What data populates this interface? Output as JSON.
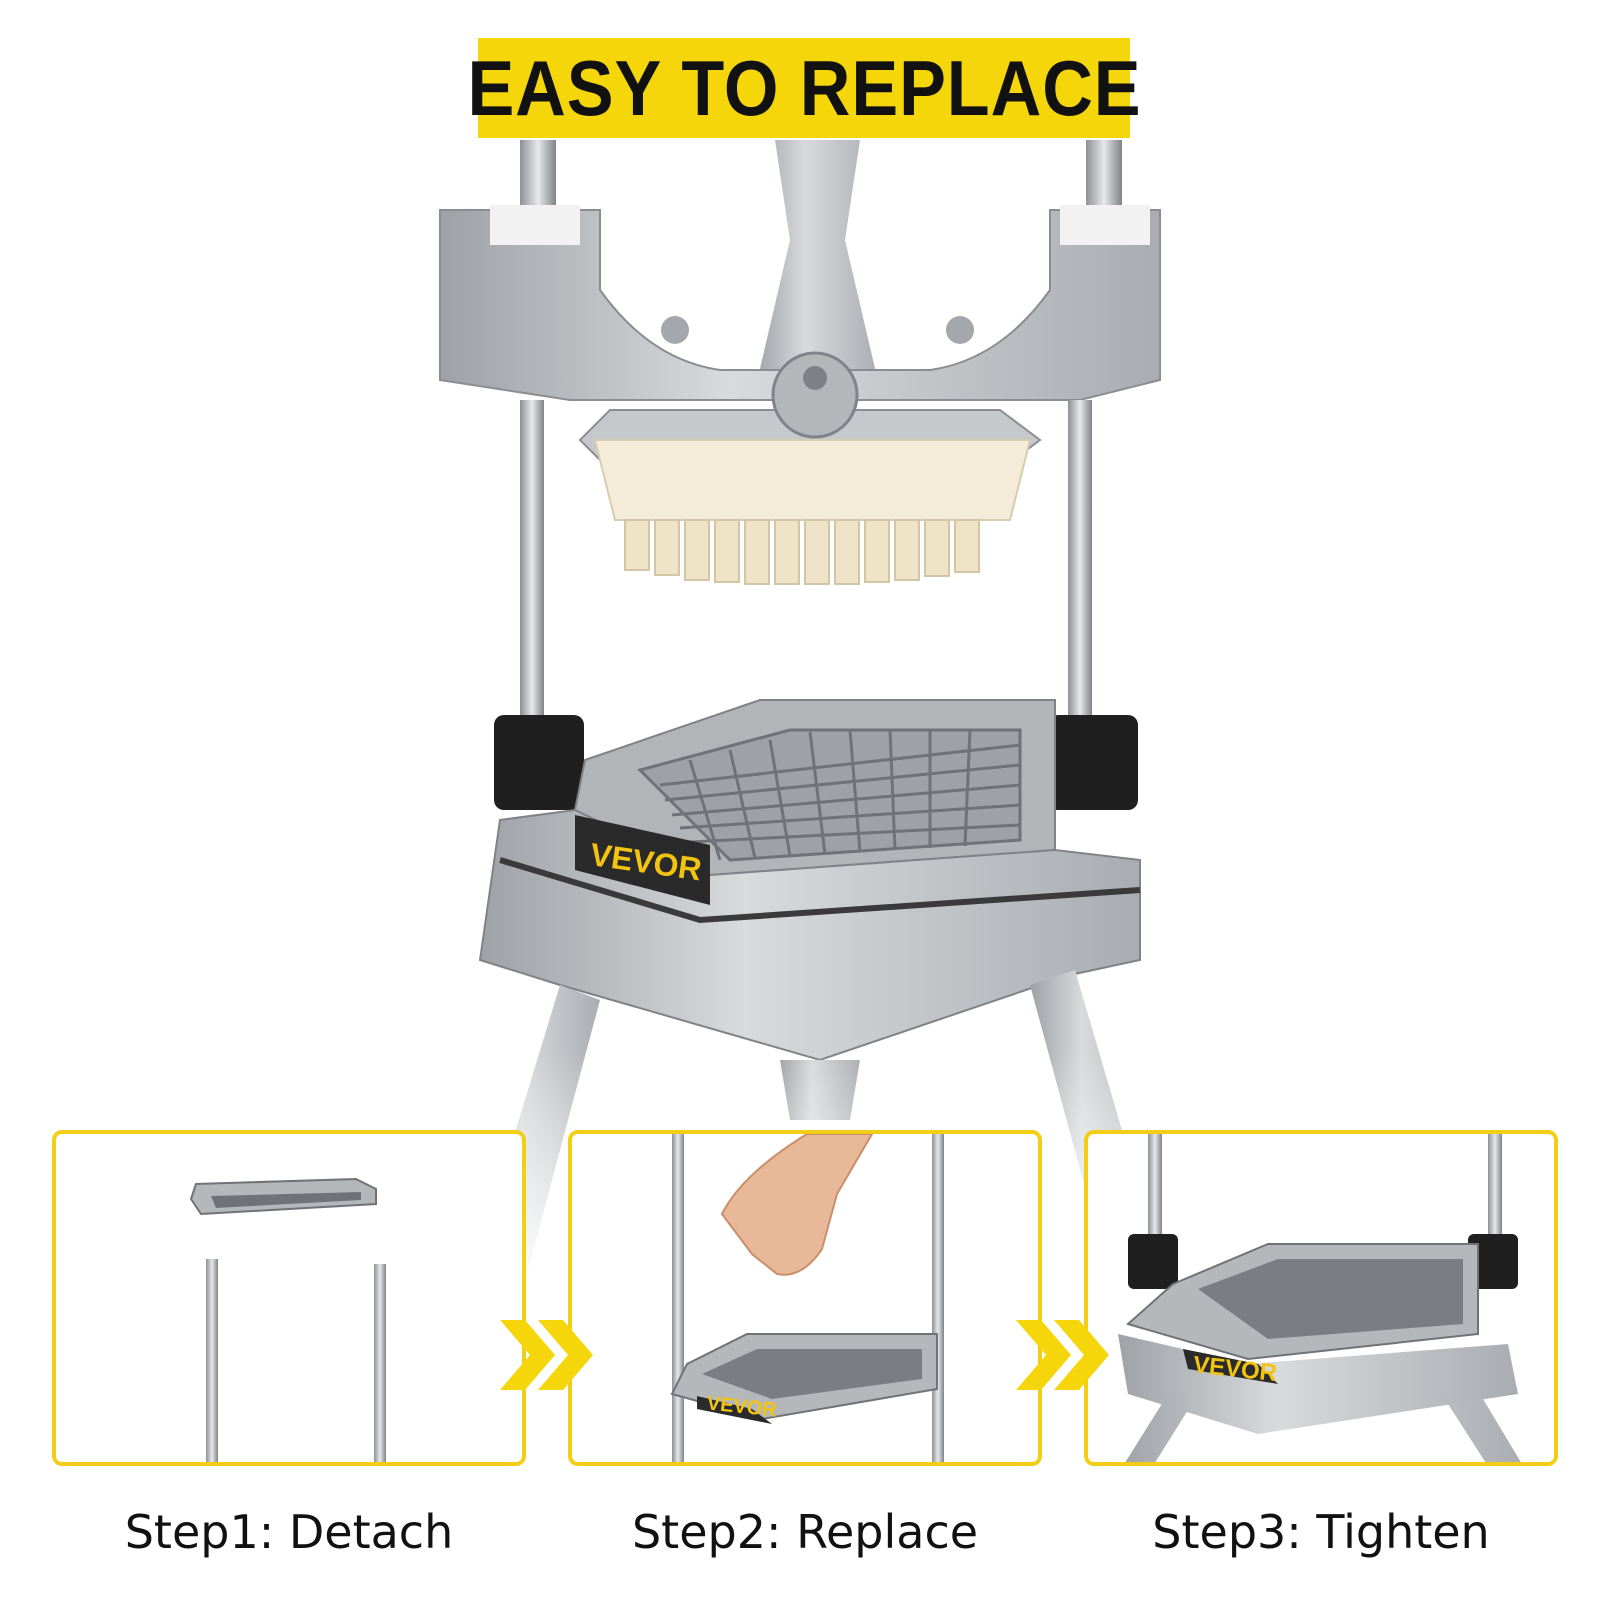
{
  "banner": {
    "title": "EASY TO REPLACE"
  },
  "brand": {
    "logo_text": "VEVOR"
  },
  "steps": [
    {
      "label": "Step1: Detach"
    },
    {
      "label": "Step2: Replace"
    },
    {
      "label": "Step3: Tighten"
    }
  ],
  "colors": {
    "accent": "#f5d60a",
    "panel_border": "#f2cf16",
    "metal": "#b9bcc0",
    "pusher": "#f4ecd8"
  },
  "icons": [
    "double-chevron-right-icon",
    "double-chevron-right-icon"
  ]
}
